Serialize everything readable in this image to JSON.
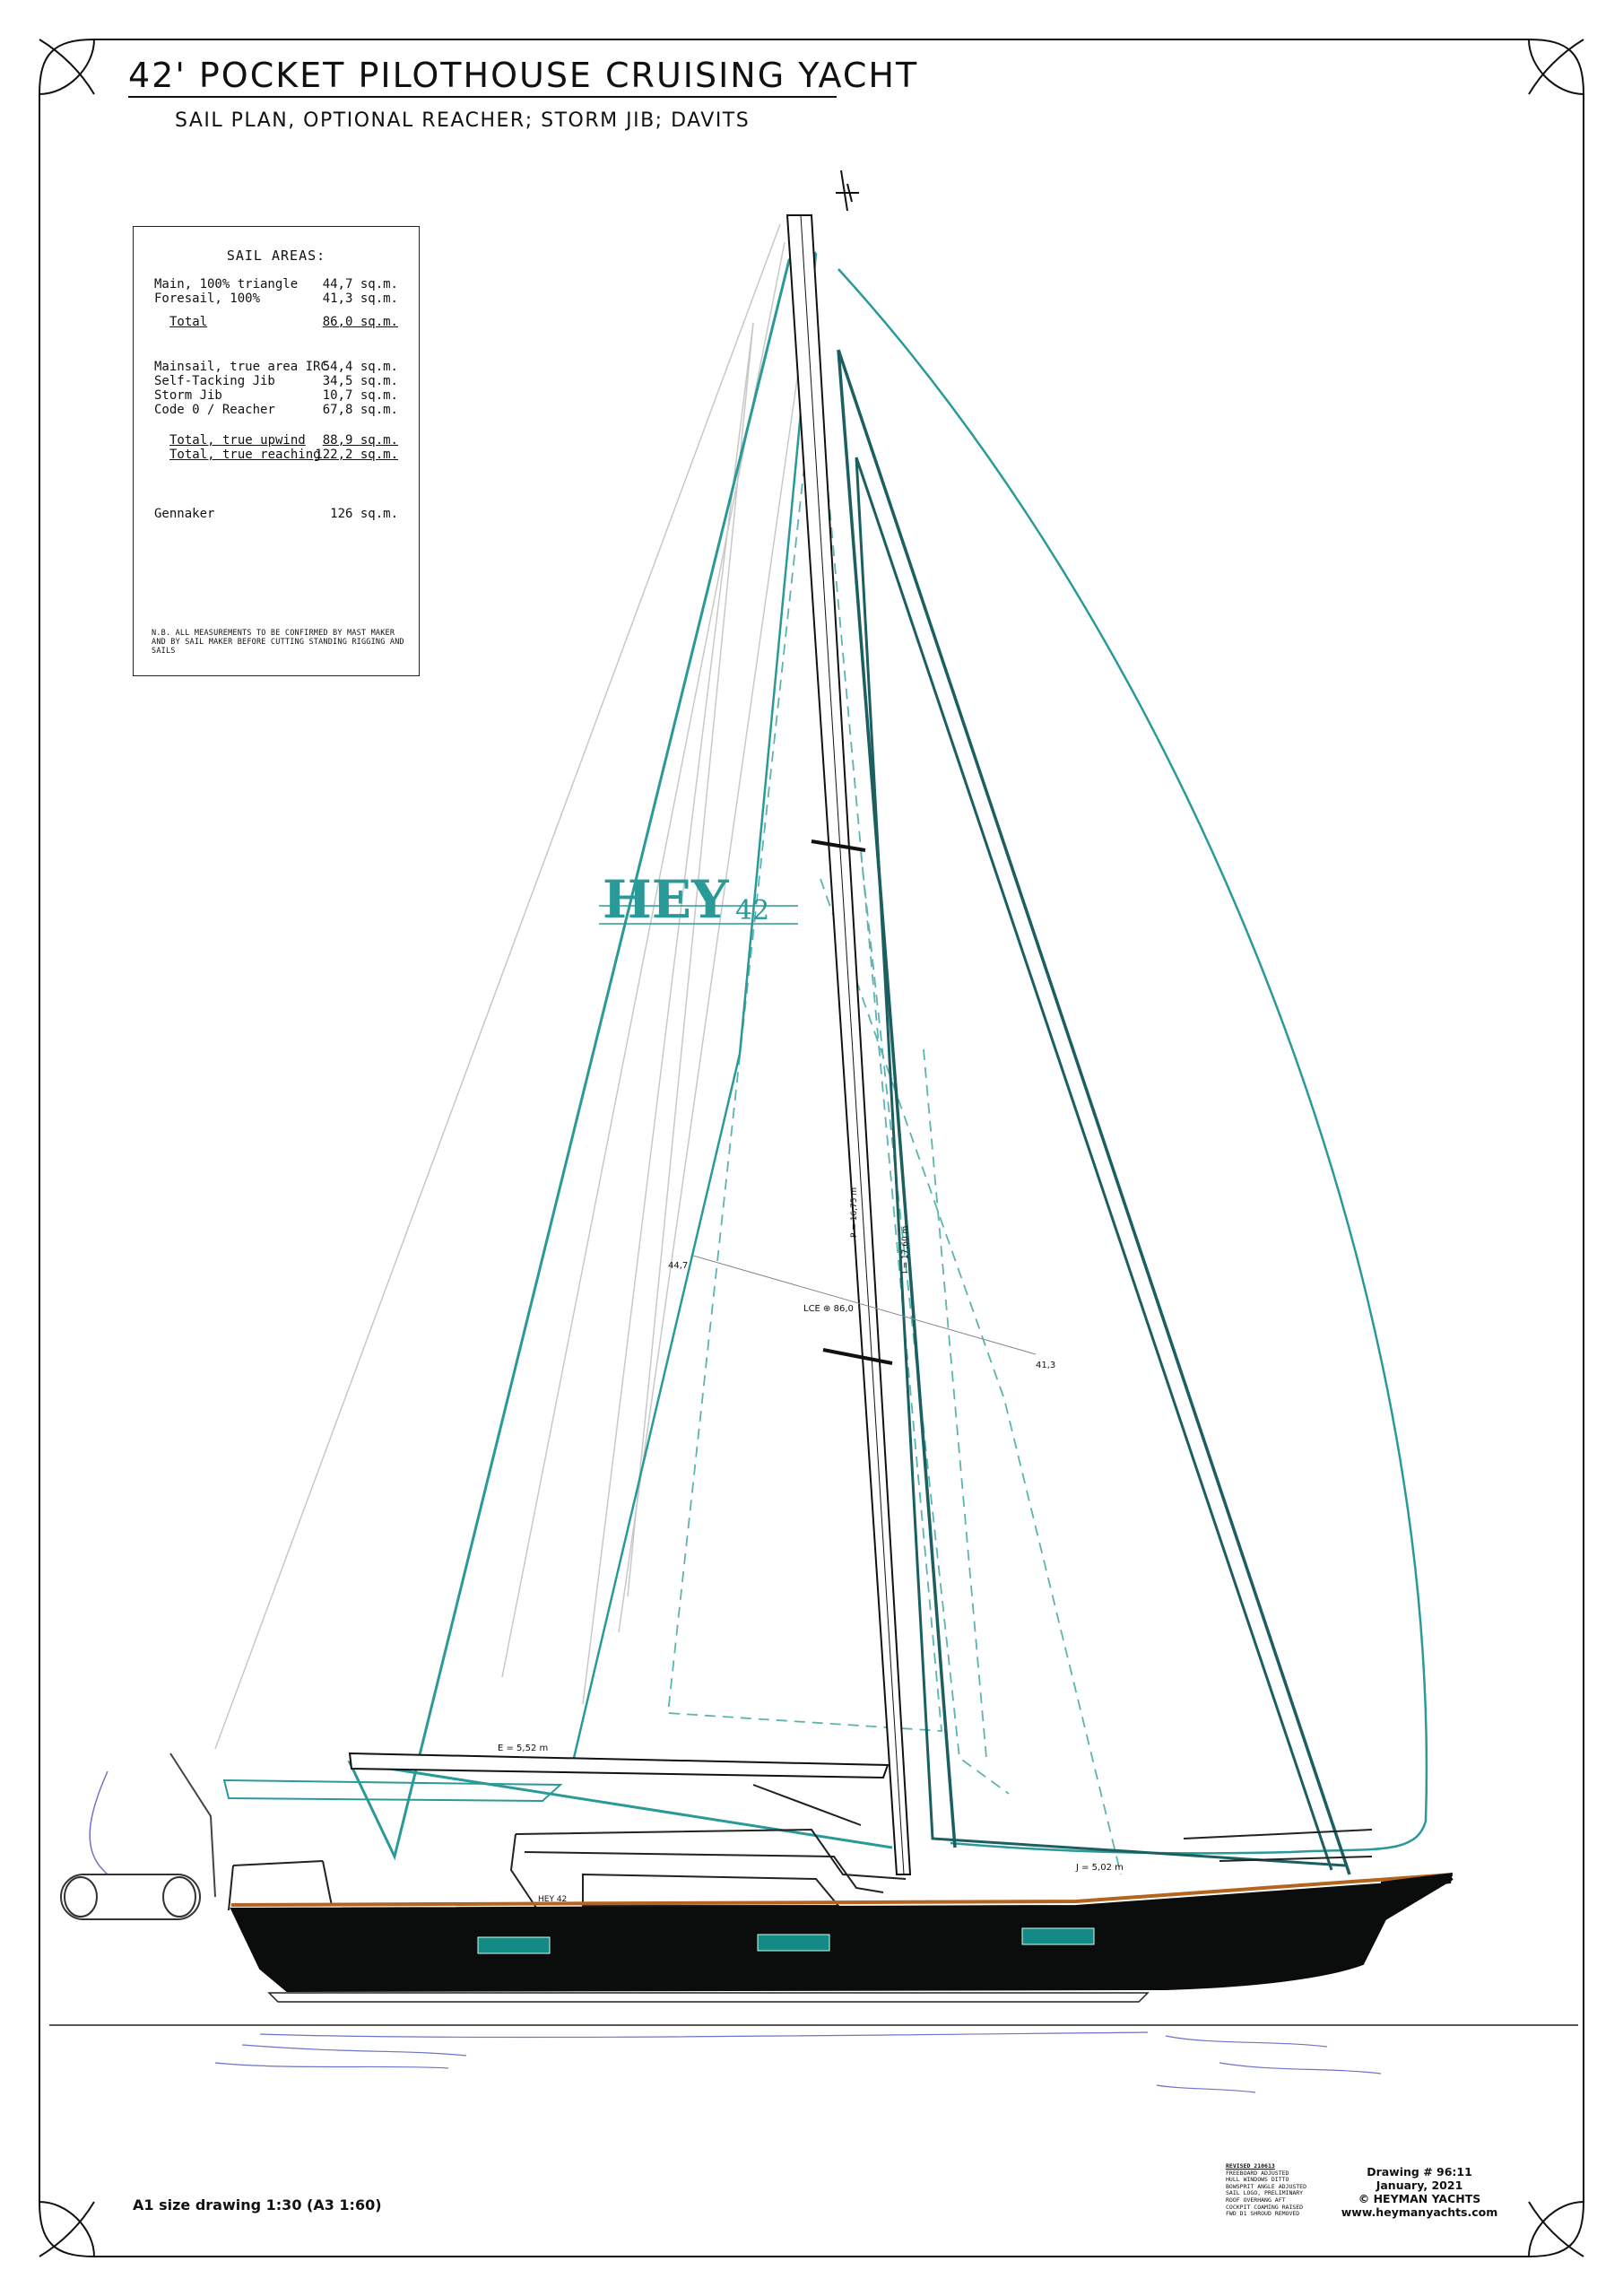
{
  "title": "42' POCKET PILOTHOUSE CRUISING YACHT",
  "subtitle": "SAIL PLAN, OPTIONAL REACHER; STORM JIB; DAVITS",
  "sail_areas": {
    "heading": "SAIL AREAS:",
    "group1": [
      {
        "label": "Main, 100% triangle",
        "value": "44,7 sq.m."
      },
      {
        "label": "Foresail, 100%",
        "value": "41,3 sq.m."
      }
    ],
    "total": {
      "label": "Total",
      "value": "86,0 sq.m."
    },
    "group2": [
      {
        "label": "Mainsail, true area IRC",
        "value": "54,4 sq.m."
      },
      {
        "label": "Self-Tacking Jib",
        "value": "34,5 sq.m."
      },
      {
        "label": "Storm Jib",
        "value": "10,7 sq.m."
      },
      {
        "label": "Code 0 / Reacher",
        "value": "67,8 sq.m."
      }
    ],
    "totals2": [
      {
        "label": "Total, true upwind",
        "value": "88,9 sq.m."
      },
      {
        "label": "Total, true reaching",
        "value": "122,2 sq.m."
      }
    ],
    "gennaker": {
      "label": "Gennaker",
      "value": "126 sq.m."
    },
    "note": "N.B. ALL MEASUREMENTS TO BE CONFIRMED BY MAST MAKER AND BY SAIL MAKER BEFORE CUTTING STANDING RIGGING AND SAILS"
  },
  "drawing_labels": {
    "logo_main": "HEY",
    "logo_number": "42",
    "main_area": "44,7",
    "fore_area": "41,3",
    "lce": "LCE ⊕ 86,0",
    "p_dim": "P = 16,75 m",
    "i_dim": "I = 17,60 m",
    "e_dim": "E = 5,52 m",
    "j_dim": "J = 5,02 m",
    "hull_logo": "HEY 42"
  },
  "scale_note": "A1 size drawing 1:30 (A3 1:60)",
  "revision": {
    "heading": "REVISED 210613",
    "lines": [
      "FREEBOARD ADJUSTED",
      "HULL WINDOWS DITTO",
      "BOWSPRIT ANGLE ADJUSTED",
      "SAIL LOGO, PRELIMINARY",
      "ROOF OVERHANG AFT",
      "COCKPIT COAMING RAISED",
      "FWD D1 SHROUD REMOVED"
    ]
  },
  "drawing_info": [
    "Drawing # 96:11",
    "January, 2021",
    "© HEYMAN YACHTS",
    "www.heymanyachts.com"
  ],
  "colors": {
    "sail_teal": "#2a9a98",
    "sail_dark_teal": "#1b5f60",
    "hull": "#0b0d0d",
    "cove_stripe": "#b5641e",
    "window_teal": "#148a86",
    "water": "#6f72c8"
  }
}
